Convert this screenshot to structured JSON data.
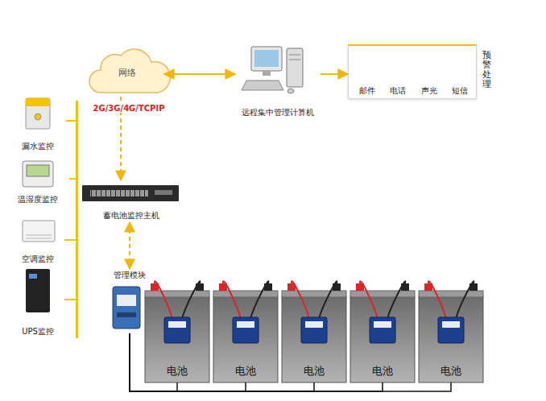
{
  "diagram": {
    "nodes": [
      {
        "text": [
          "网络"
        ]
      },
      {
        "text": [
          "远程集中管理计算机"
        ]
      },
      {
        "text": [
          "预警处理"
        ]
      },
      {
        "text": [
          "邮件"
        ],
        "in": 2
      },
      {
        "text": [
          "电话"
        ],
        "in": 2
      },
      {
        "text": [
          "声光"
        ],
        "in": 2
      },
      {
        "text": [
          "短信"
        ],
        "in": 2
      },
      {
        "text": [
          "漏水监控"
        ]
      },
      {
        "text": [
          "温湿度监控"
        ]
      },
      {
        "text": [
          "空调监控"
        ]
      },
      {
        "text": [
          "UPS监控"
        ]
      },
      {
        "text": [
          "蓄电池监控主机"
        ]
      },
      {
        "text": [
          "管理模块"
        ]
      },
      {
        "text": [
          "电池"
        ]
      },
      {
        "text": [
          "电池"
        ]
      },
      {
        "text": [
          "电池"
        ]
      },
      {
        "text": [
          "电池"
        ]
      },
      {
        "text": [
          "电池"
        ]
      }
    ],
    "edges": [
      {
        "from": 0,
        "to": 1,
        "arrow": "both"
      },
      {
        "from": 1,
        "to": 2,
        "arrow": "to"
      },
      {
        "from": 0,
        "to": 11,
        "arrow": "to",
        "label": "2G/3G/4G/TCPIP"
      },
      {
        "from": 11,
        "to": 12,
        "arrow": "both"
      },
      {
        "from": 12,
        "to": 13,
        "arrow": "none"
      },
      {
        "from": 12,
        "to": 14,
        "arrow": "none"
      },
      {
        "from": 12,
        "to": 15,
        "arrow": "none"
      },
      {
        "from": 12,
        "to": 16,
        "arrow": "none"
      },
      {
        "from": 12,
        "to": 17,
        "arrow": "none"
      }
    ]
  }
}
